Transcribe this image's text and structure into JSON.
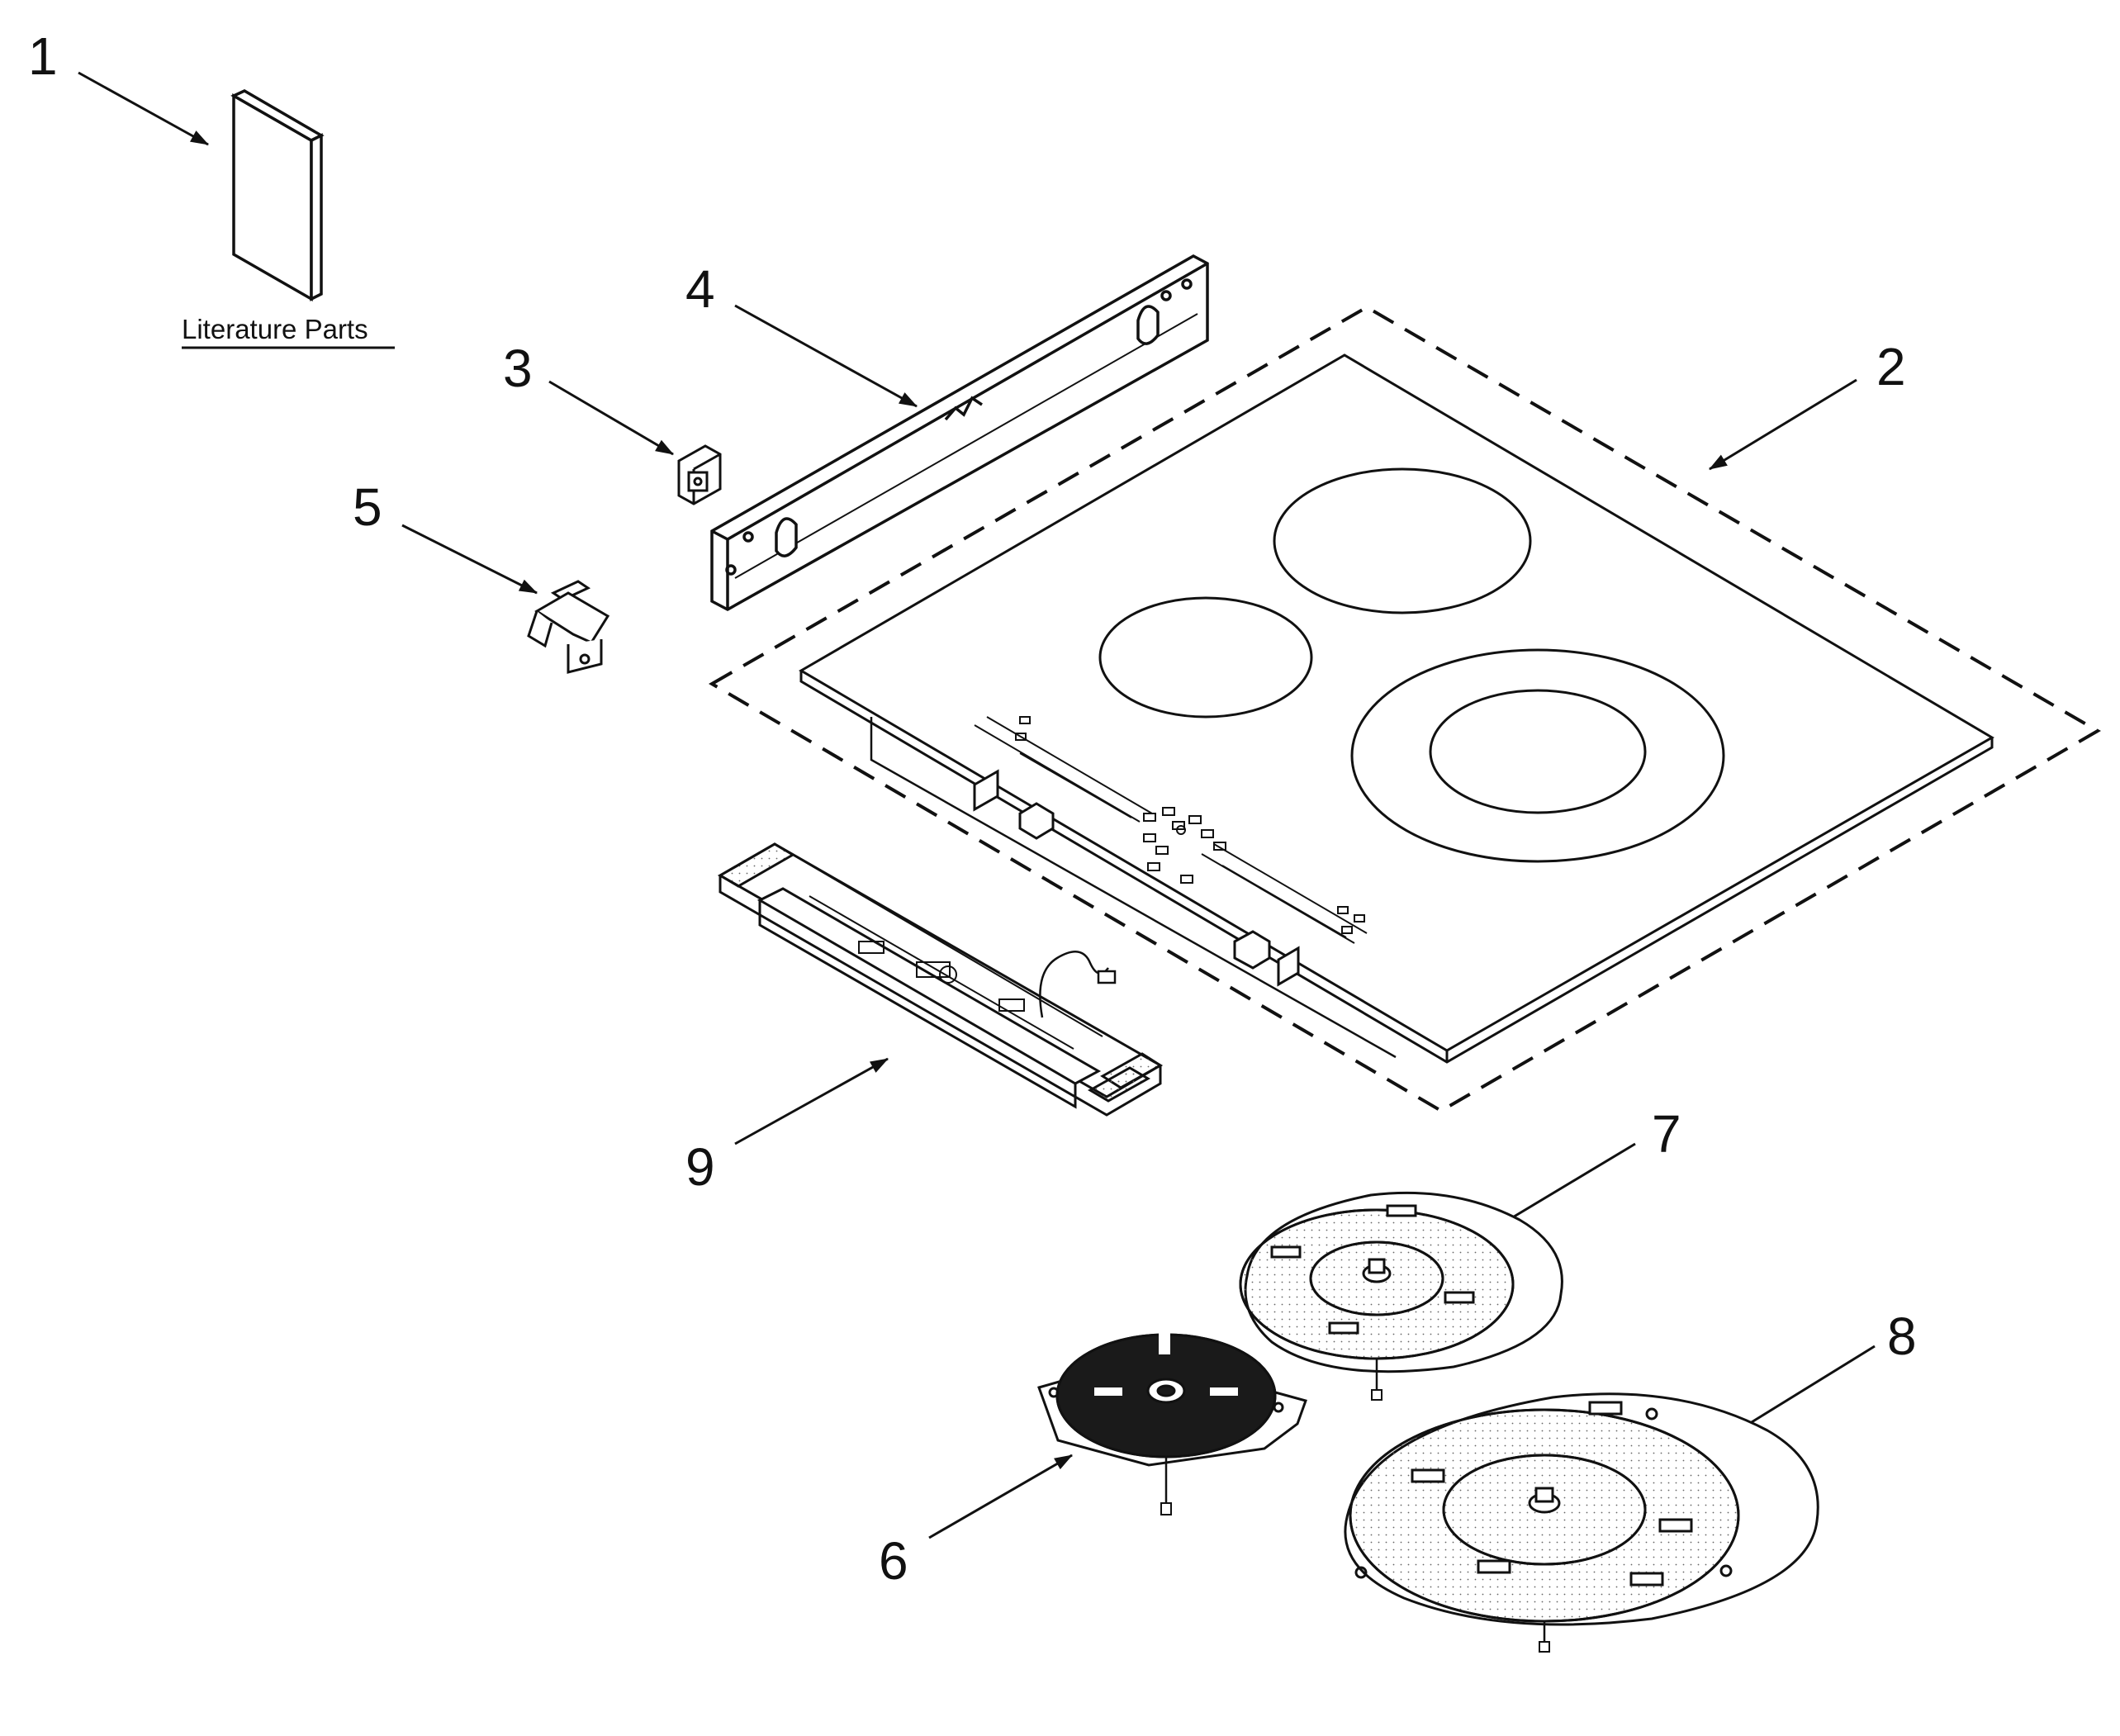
{
  "literature_label": "Literature Parts",
  "callouts": {
    "c1": "1",
    "c2": "2",
    "c3": "3",
    "c4": "4",
    "c5": "5",
    "c6": "6",
    "c7": "7",
    "c8": "8",
    "c9": "9"
  },
  "colors": {
    "line": "#111111",
    "background": "#ffffff",
    "coil_dark": "#1a1a1a"
  }
}
